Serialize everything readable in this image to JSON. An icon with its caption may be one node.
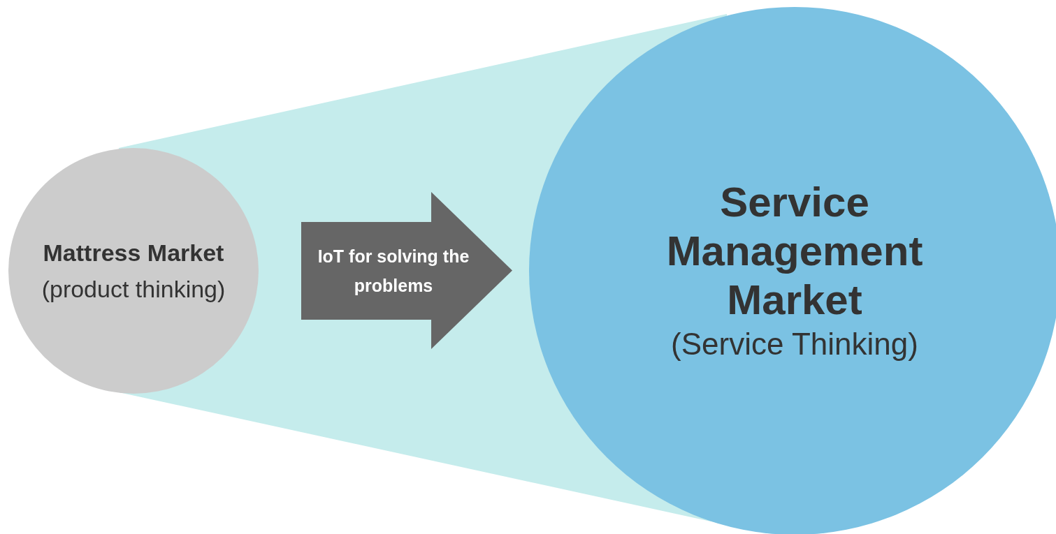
{
  "diagram": {
    "nodes": [
      {
        "text": [
          "Mattress Market",
          "(product thinking)"
        ]
      },
      {
        "text": [
          "IoT for solving the problems"
        ]
      },
      {
        "text": [
          "Service Management Market",
          "(Service Thinking)"
        ]
      }
    ]
  }
}
